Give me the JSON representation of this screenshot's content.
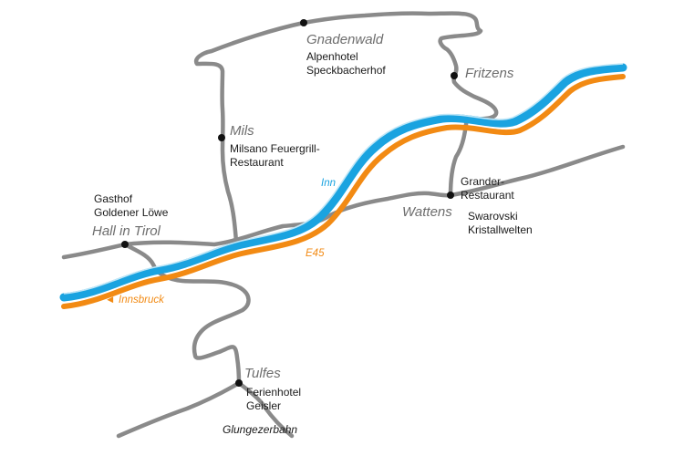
{
  "colors": {
    "river": "#1aa3e0",
    "highway": "#f28a13",
    "road": "#8a8a8a",
    "town_label": "#6d6d6d",
    "poi_label": "#1a1a1a"
  },
  "towns": {
    "gnadenwald": "Gnadenwald",
    "fritzens": "Fritzens",
    "mils": "Mils",
    "hall": "Hall in Tirol",
    "wattens": "Wattens",
    "tulfes": "Tulfes"
  },
  "pois": {
    "alpenhotel_l1": "Alpenhotel",
    "alpenhotel_l2": "Speckbacherhof",
    "milsano_l1": "Milsano Feuergrill-",
    "milsano_l2": "Restaurant",
    "gasthof_l1": "Gasthof",
    "gasthof_l2": "Goldener Löwe",
    "grander_l1": "Grander-",
    "grander_l2": "Restaurant",
    "swarovski_l1": "Swarovski",
    "swarovski_l2": "Kristallwelten",
    "ferienhotel_l1": "Ferienhotel",
    "ferienhotel_l2": "Geisler",
    "glungezer": "Glungezerbahn"
  },
  "labels": {
    "river": "Inn",
    "highway": "E45",
    "innsbruck_arrow": "◄",
    "innsbruck": "Innsbruck"
  }
}
